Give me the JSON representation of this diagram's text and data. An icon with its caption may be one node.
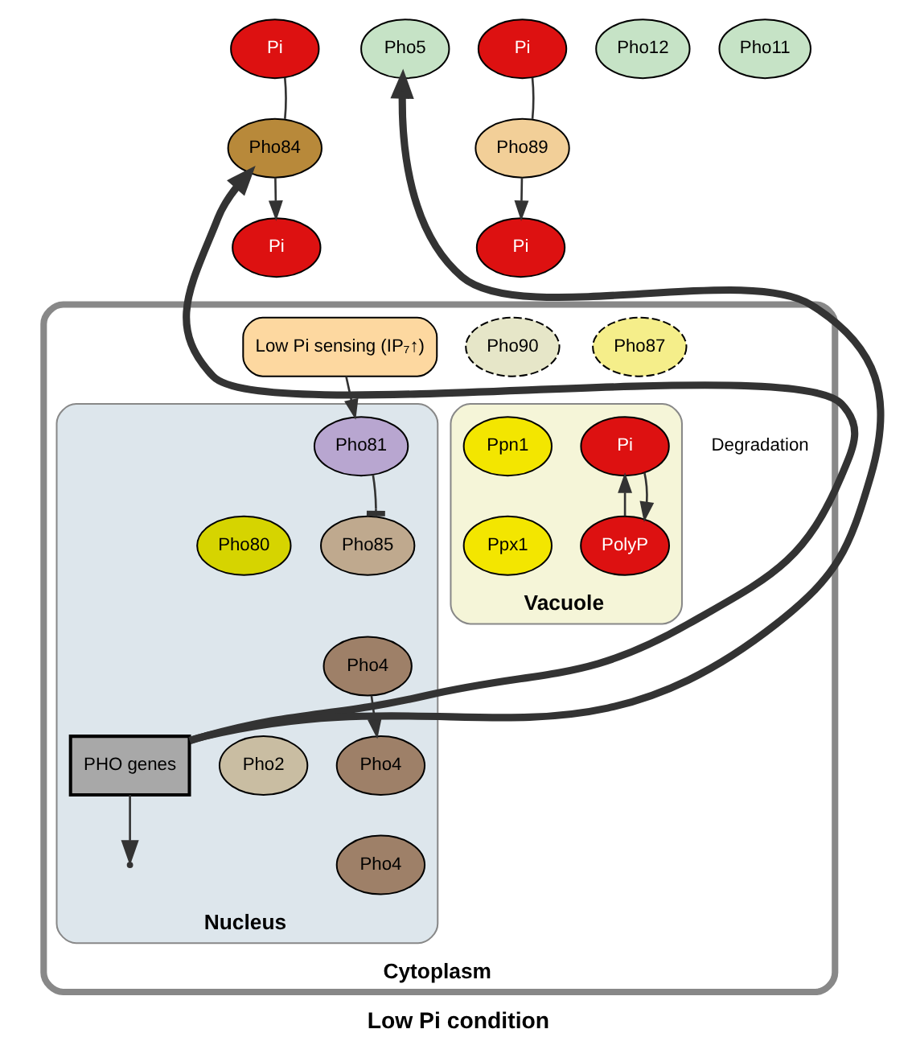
{
  "diagram": {
    "caption": "Low Pi condition",
    "nodes": [
      {
        "text": [
          "Cytoplasm"
        ]
      },
      {
        "text": [
          "Pi"
        ]
      },
      {
        "text": [
          "Pho84"
        ]
      },
      {
        "text": [
          "Pi"
        ]
      },
      {
        "text": [
          "Pi"
        ]
      },
      {
        "text": [
          "Pho89"
        ]
      },
      {
        "text": [
          "Pi"
        ]
      },
      {
        "text": [
          "Pho5"
        ]
      },
      {
        "text": [
          "Pho11"
        ]
      },
      {
        "text": [
          "Pho12"
        ]
      },
      {
        "text": [
          "Low Pi sensing (IP₇↑)"
        ],
        "in": 0
      },
      {
        "text": [
          "Pho87"
        ],
        "in": 0
      },
      {
        "text": [
          "Pho90"
        ],
        "in": 0
      },
      {
        "text": [
          "Vacuole"
        ],
        "in": 0
      },
      {
        "text": [
          "Pi"
        ],
        "in": 13
      },
      {
        "text": [
          "PolyP"
        ],
        "in": 13
      },
      {
        "text": [
          "Ppn1"
        ],
        "in": 13
      },
      {
        "text": [
          "Ppx1"
        ],
        "in": 13
      },
      {
        "text": [
          "Nucleus"
        ],
        "in": 0
      },
      {
        "text": [
          "Pho81"
        ],
        "in": 18
      },
      {
        "text": [
          "Pho80"
        ],
        "in": 18
      },
      {
        "text": [
          "Pho85"
        ],
        "in": 18
      },
      {
        "text": [
          "Pho4"
        ],
        "in": 18
      },
      {
        "text": [
          "Pho2"
        ],
        "in": 18
      },
      {
        "text": [
          "Pho4"
        ],
        "in": 18
      },
      {
        "text": [
          "Pho4"
        ],
        "in": 18
      },
      {
        "text": [
          "PHO genes"
        ],
        "in": 18
      }
    ],
    "edges": [
      {
        "from": 1,
        "to": 2,
        "arrow": "none"
      },
      {
        "from": 2,
        "to": 3,
        "arrow": "to"
      },
      {
        "from": 4,
        "to": 5,
        "arrow": "none"
      },
      {
        "from": 5,
        "to": 6,
        "arrow": "to"
      },
      {
        "from": 10,
        "to": 19,
        "arrow": "to"
      },
      {
        "from": 19,
        "to": 21,
        "arrow": "other"
      },
      {
        "from": 22,
        "to": 24,
        "arrow": "to"
      },
      {
        "from": 26,
        "to": null,
        "arrow": "to"
      },
      {
        "from": 26,
        "to": 2,
        "arrow": "to",
        "style": "thick"
      },
      {
        "from": 26,
        "to": 7,
        "arrow": "to",
        "style": "thick"
      },
      {
        "from": 15,
        "to": 14,
        "arrow": "to"
      },
      {
        "from": 14,
        "to": 15,
        "arrow": "to"
      }
    ],
    "labels": [
      "Degradation"
    ]
  }
}
